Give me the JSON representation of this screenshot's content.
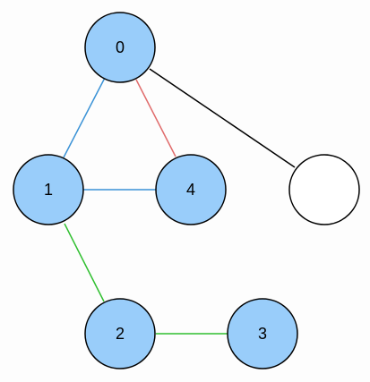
{
  "colors": {
    "node_fill": "#99cdfa",
    "node_fill_empty": "#ffffff",
    "node_stroke": "#000000",
    "edge_blue": "#3a92d6",
    "edge_red": "#e06b6b",
    "edge_green": "#2fbf2f",
    "edge_black": "#000000"
  },
  "nodes": {
    "n0": {
      "label": "0"
    },
    "n1": {
      "label": "1"
    },
    "n2": {
      "label": "2"
    },
    "n3": {
      "label": "3"
    },
    "n4": {
      "label": "4"
    },
    "n5": {
      "label": ""
    }
  },
  "edges": [
    {
      "from": "n0",
      "to": "n1",
      "color": "edge_blue"
    },
    {
      "from": "n0",
      "to": "n4",
      "color": "edge_red"
    },
    {
      "from": "n0",
      "to": "n5",
      "color": "edge_black"
    },
    {
      "from": "n1",
      "to": "n4",
      "color": "edge_blue"
    },
    {
      "from": "n1",
      "to": "n2",
      "color": "edge_green"
    },
    {
      "from": "n2",
      "to": "n3",
      "color": "edge_green"
    }
  ]
}
